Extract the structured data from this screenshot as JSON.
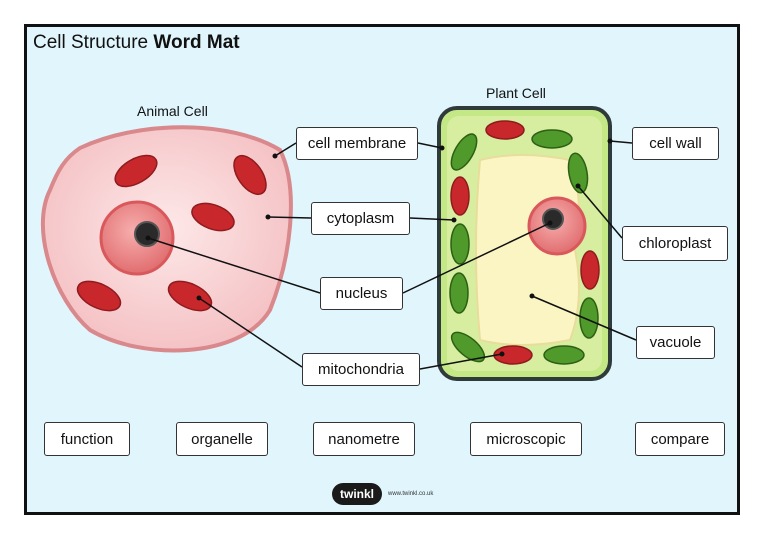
{
  "title": {
    "regular": "Cell Structure",
    "bold": "Word Mat"
  },
  "captions": {
    "animal": "Animal Cell",
    "plant": "Plant Cell"
  },
  "labels": {
    "cell_membrane": "cell membrane",
    "cytoplasm": "cytoplasm",
    "nucleus": "nucleus",
    "mitochondria": "mitochondria",
    "cell_wall": "cell wall",
    "chloroplast": "chloroplast",
    "vacuole": "vacuole"
  },
  "words": [
    "function",
    "organelle",
    "nanometre",
    "microscopic",
    "compare"
  ],
  "brand": {
    "name": "twinkl",
    "url": "www.twinkl.co.uk"
  },
  "colors": {
    "background": "#e0f5fc",
    "animal_cell": "#f8d0d2",
    "mitochondria": "#c8282c",
    "plant_wall": "#2f3a3a",
    "plant_cytoplasm": "#d7eea0",
    "vacuole": "#fbf5c4",
    "chloroplast": "#4f9a2a"
  }
}
